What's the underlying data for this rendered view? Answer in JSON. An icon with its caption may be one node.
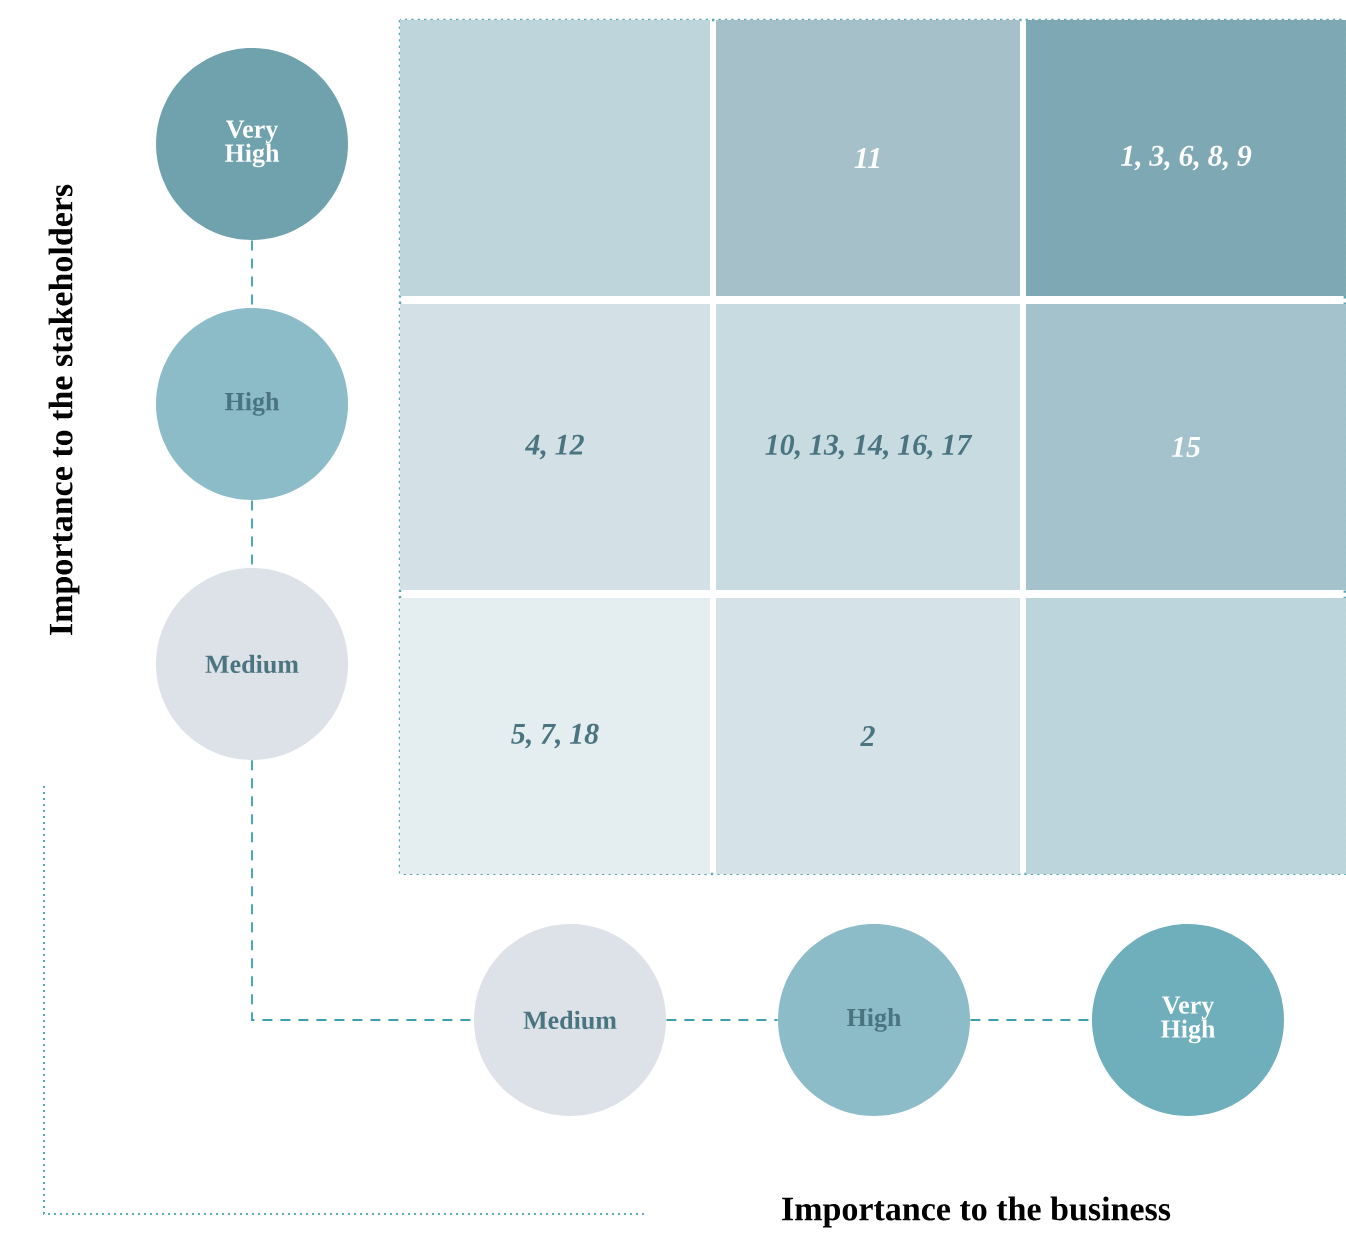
{
  "diagram": {
    "nodes": [
      {
        "text": [
          "Very High"
        ]
      },
      {
        "text": [],
        "shape": "box"
      },
      {
        "text": [
          "11"
        ]
      },
      {
        "text": [
          "1, 3, 6, 8, 9"
        ]
      },
      {
        "text": [
          "High"
        ]
      },
      {
        "text": [
          "4, 12"
        ]
      },
      {
        "text": [
          "10, 13, 14, 16, 17"
        ]
      },
      {
        "text": [
          "15"
        ]
      },
      {
        "text": [
          "Medium"
        ]
      },
      {
        "text": [
          "5, 7, 18"
        ]
      },
      {
        "text": [
          "2"
        ]
      },
      {
        "text": [],
        "shape": "box"
      },
      {
        "text": [
          "Medium"
        ]
      },
      {
        "text": [
          "High"
        ]
      },
      {
        "text": [
          "Very High"
        ]
      }
    ],
    "edges": [
      {
        "from": 0,
        "to": 4,
        "arrow": "none",
        "style": "dashed"
      },
      {
        "from": 4,
        "to": 8,
        "arrow": "none",
        "style": "dashed"
      },
      {
        "from": 8,
        "to": 12,
        "arrow": "none",
        "style": "dashed"
      },
      {
        "from": 12,
        "to": 13,
        "arrow": "none",
        "style": "dashed"
      },
      {
        "from": 13,
        "to": 14,
        "arrow": "none",
        "style": "dashed"
      }
    ],
    "labels": [
      "Importance to the stakeholders",
      "Importance to the business"
    ]
  }
}
